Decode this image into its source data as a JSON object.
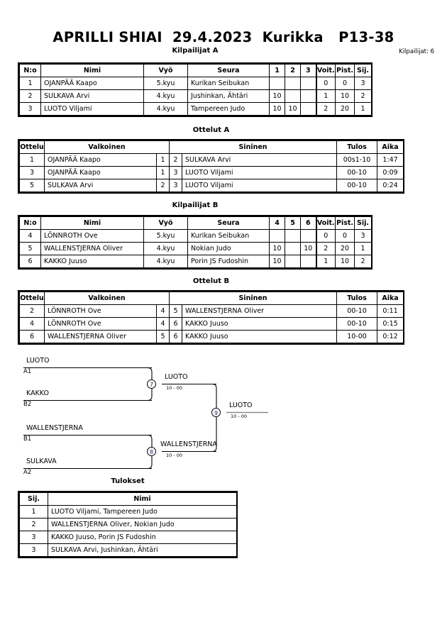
{
  "title": "APRILLI SHIAI  29.4.2023  Kurikka   P13-38",
  "entrant_count_label": "Kilpailijat: 6",
  "pools": [
    {
      "caption": "Kilpailijat A",
      "headers": {
        "no": "N:o",
        "name": "Nimi",
        "belt": "Vyö",
        "club": "Seura",
        "opponents": [
          "1",
          "2",
          "3"
        ],
        "wins": "Voit.",
        "points": "Pist.",
        "rank": "Sij."
      },
      "rows": [
        {
          "no": "1",
          "name": "OJANPÄÄ Kaapo",
          "belt": "5.kyu",
          "club": "Kurikan Seibukan",
          "scores": [
            "",
            "",
            ""
          ],
          "wins": "0",
          "points": "0",
          "rank": "3"
        },
        {
          "no": "2",
          "name": "SULKAVA Arvi",
          "belt": "4.kyu",
          "club": "Jushinkan, Ähtäri",
          "scores": [
            "10",
            "",
            ""
          ],
          "wins": "1",
          "points": "10",
          "rank": "2"
        },
        {
          "no": "3",
          "name": "LUOTO Viljami",
          "belt": "4.kyu",
          "club": "Tampereen Judo",
          "scores": [
            "10",
            "10",
            ""
          ],
          "wins": "2",
          "points": "20",
          "rank": "1"
        }
      ]
    },
    {
      "caption": "Kilpailijat B",
      "headers": {
        "no": "N:o",
        "name": "Nimi",
        "belt": "Vyö",
        "club": "Seura",
        "opponents": [
          "4",
          "5",
          "6"
        ],
        "wins": "Voit.",
        "points": "Pist.",
        "rank": "Sij."
      },
      "rows": [
        {
          "no": "4",
          "name": "LÖNNROTH Ove",
          "belt": "5.kyu",
          "club": "Kurikan Seibukan",
          "scores": [
            "",
            "",
            ""
          ],
          "wins": "0",
          "points": "0",
          "rank": "3"
        },
        {
          "no": "5",
          "name": "WALLENSTJERNA Oliver",
          "belt": "4.kyu",
          "club": "Nokian Judo",
          "scores": [
            "10",
            "",
            "10"
          ],
          "wins": "2",
          "points": "20",
          "rank": "1"
        },
        {
          "no": "6",
          "name": "KAKKO Juuso",
          "belt": "4.kyu",
          "club": "Porin JS Fudoshin",
          "scores": [
            "10",
            "",
            ""
          ],
          "wins": "1",
          "points": "10",
          "rank": "2"
        }
      ]
    }
  ],
  "matches": [
    {
      "caption": "Ottelut A",
      "headers": {
        "match": "Ottelu",
        "white": "Valkoinen",
        "blue": "Sininen",
        "result": "Tulos",
        "time": "Aika"
      },
      "rows": [
        {
          "match": "1",
          "white": "OJANPÄÄ Kaapo",
          "white_no": "1",
          "blue_no": "2",
          "blue": "SULKAVA Arvi",
          "result": "00s1-10",
          "time": "1:47"
        },
        {
          "match": "3",
          "white": "OJANPÄÄ Kaapo",
          "white_no": "1",
          "blue_no": "3",
          "blue": "LUOTO Viljami",
          "result": "00-10",
          "time": "0:09"
        },
        {
          "match": "5",
          "white": "SULKAVA Arvi",
          "white_no": "2",
          "blue_no": "3",
          "blue": "LUOTO Viljami",
          "result": "00-10",
          "time": "0:24"
        }
      ]
    },
    {
      "caption": "Ottelut B",
      "headers": {
        "match": "Ottelu",
        "white": "Valkoinen",
        "blue": "Sininen",
        "result": "Tulos",
        "time": "Aika"
      },
      "rows": [
        {
          "match": "2",
          "white": "LÖNNROTH Ove",
          "white_no": "4",
          "blue_no": "5",
          "blue": "WALLENSTJERNA Oliver",
          "result": "00-10",
          "time": "0:11"
        },
        {
          "match": "4",
          "white": "LÖNNROTH Ove",
          "white_no": "4",
          "blue_no": "6",
          "blue": "KAKKO Juuso",
          "result": "00-10",
          "time": "0:15"
        },
        {
          "match": "6",
          "white": "WALLENSTJERNA Oliver",
          "white_no": "5",
          "blue_no": "6",
          "blue": "KAKKO Juuso",
          "result": "10-00",
          "time": "0:12"
        }
      ]
    }
  ],
  "bracket": {
    "entries": [
      {
        "name": "LUOTO",
        "seed": "A1"
      },
      {
        "name": "KAKKO",
        "seed": "B2"
      },
      {
        "name": "WALLENSTJERNA",
        "seed": "B1"
      },
      {
        "name": "SULKAVA",
        "seed": "A2"
      }
    ],
    "nodes": [
      {
        "number": "7",
        "winner": "LUOTO",
        "score": "10 - 00"
      },
      {
        "number": "8",
        "winner": "WALLENSTJERNA",
        "score": "10 - 00"
      },
      {
        "number": "9",
        "winner": "LUOTO",
        "score": "10 - 00"
      }
    ]
  },
  "results": {
    "caption": "Tulokset",
    "headers": {
      "rank": "Sij.",
      "name": "Nimi"
    },
    "rows": [
      {
        "rank": "1",
        "name": "LUOTO Viljami, Tampereen Judo"
      },
      {
        "rank": "2",
        "name": "WALLENSTJERNA Oliver, Nokian Judo"
      },
      {
        "rank": "3",
        "name": "KAKKO Juuso, Porin JS Fudoshin"
      },
      {
        "rank": "3",
        "name": "SULKAVA Arvi, Jushinkan, Ähtäri"
      }
    ]
  }
}
